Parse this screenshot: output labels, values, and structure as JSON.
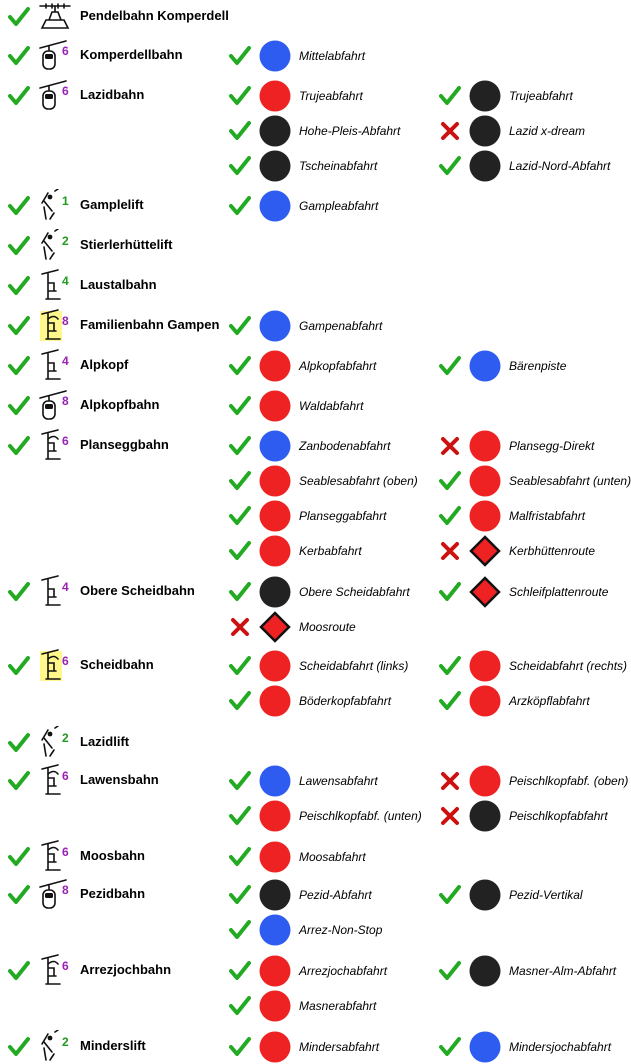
{
  "status_labels": {
    "open": "check-icon",
    "closed": "cross-icon"
  },
  "colors": {
    "open_green": "#22aa22",
    "closed_red": "#cc1111",
    "blue": "#2f5cf0",
    "red": "#ee2222",
    "black": "#222222",
    "highlight": "#fff78c",
    "purple_number": "#9a1fb5",
    "green_number": "#1e9a1e"
  },
  "lifts": [
    {
      "name": "Pendelbahn Komperdell",
      "status": "open",
      "type": "aerial-tramway",
      "capacity": "",
      "highlight": false,
      "pistes": []
    },
    {
      "name": "Komperdellbahn",
      "status": "open",
      "type": "gondola",
      "capacity": "6",
      "highlight": false,
      "pistes": [
        {
          "name": "Mittelabfahrt",
          "status": "open",
          "difficulty": "blue"
        }
      ]
    },
    {
      "name": "Lazidbahn",
      "status": "open",
      "type": "gondola",
      "capacity": "6",
      "highlight": false,
      "pistes": [
        {
          "name": "Trujeabfahrt",
          "status": "open",
          "difficulty": "red"
        },
        {
          "name": "Trujeabfahrt",
          "status": "open",
          "difficulty": "black"
        },
        {
          "name": "Hohe-Pleis-Abfahrt",
          "status": "open",
          "difficulty": "black"
        },
        {
          "name": "Lazid x-dream",
          "status": "closed",
          "difficulty": "black"
        },
        {
          "name": "Tscheinabfahrt",
          "status": "open",
          "difficulty": "black"
        },
        {
          "name": "Lazid-Nord-Abfahrt",
          "status": "open",
          "difficulty": "black"
        }
      ]
    },
    {
      "name": "Gamplelift",
      "status": "open",
      "type": "t-bar",
      "capacity": "1",
      "highlight": false,
      "pistes": [
        {
          "name": "Gampleabfahrt",
          "status": "open",
          "difficulty": "blue"
        }
      ]
    },
    {
      "name": "Stierlerhüttelift",
      "status": "open",
      "type": "t-bar",
      "capacity": "2",
      "highlight": false,
      "pistes": []
    },
    {
      "name": "Laustalbahn",
      "status": "open",
      "type": "chairlift",
      "capacity": "4",
      "highlight": false,
      "pistes": []
    },
    {
      "name": "Familienbahn Gampen",
      "status": "open",
      "type": "chairlift-hood",
      "capacity": "8",
      "highlight": true,
      "pistes": [
        {
          "name": "Gampenabfahrt",
          "status": "open",
          "difficulty": "blue"
        }
      ]
    },
    {
      "name": "Alpkopf",
      "status": "open",
      "type": "chairlift",
      "capacity": "4",
      "highlight": false,
      "pistes": [
        {
          "name": "Alpkopfabfahrt",
          "status": "open",
          "difficulty": "red"
        },
        {
          "name": "Bärenpiste",
          "status": "open",
          "difficulty": "blue"
        }
      ]
    },
    {
      "name": "Alpkopfbahn",
      "status": "open",
      "type": "gondola",
      "capacity": "8",
      "highlight": false,
      "pistes": [
        {
          "name": "Waldabfahrt",
          "status": "open",
          "difficulty": "red"
        }
      ]
    },
    {
      "name": "Planseggbahn",
      "status": "open",
      "type": "chairlift-hood",
      "capacity": "6",
      "highlight": false,
      "pistes": [
        {
          "name": "Zanbodenabfahrt",
          "status": "open",
          "difficulty": "blue"
        },
        {
          "name": "Plansegg-Direkt",
          "status": "closed",
          "difficulty": "red"
        },
        {
          "name": "Seablesabfahrt (oben)",
          "status": "open",
          "difficulty": "red"
        },
        {
          "name": "Seablesabfahrt (unten)",
          "status": "open",
          "difficulty": "red"
        },
        {
          "name": "Planseggabfahrt",
          "status": "open",
          "difficulty": "red"
        },
        {
          "name": "Malfristabfahrt",
          "status": "open",
          "difficulty": "red"
        },
        {
          "name": "Kerbabfahrt",
          "status": "open",
          "difficulty": "red"
        },
        {
          "name": "Kerbhüttenroute",
          "status": "closed",
          "difficulty": "route"
        }
      ]
    },
    {
      "name": "Obere Scheidbahn",
      "status": "open",
      "type": "chairlift",
      "capacity": "4",
      "highlight": false,
      "pistes": [
        {
          "name": "Obere Scheidabfahrt",
          "status": "open",
          "difficulty": "black"
        },
        {
          "name": "Schleifplattenroute",
          "status": "open",
          "difficulty": "route"
        },
        {
          "name": "Moosroute",
          "status": "closed",
          "difficulty": "route"
        }
      ]
    },
    {
      "name": "Scheidbahn",
      "status": "open",
      "type": "chairlift-hood",
      "capacity": "6",
      "highlight": true,
      "pistes": [
        {
          "name": "Scheidabfahrt (links)",
          "status": "open",
          "difficulty": "red"
        },
        {
          "name": "Scheidabfahrt (rechts)",
          "status": "open",
          "difficulty": "red"
        },
        {
          "name": "Böderkopfabfahrt",
          "status": "open",
          "difficulty": "red"
        },
        {
          "name": "Arzköpflabfahrt",
          "status": "open",
          "difficulty": "red"
        }
      ]
    },
    {
      "name": "Lazidlift",
      "status": "open",
      "type": "t-bar",
      "capacity": "2",
      "highlight": false,
      "pistes": []
    },
    {
      "name": "Lawensbahn",
      "status": "open",
      "type": "chairlift-hood",
      "capacity": "6",
      "highlight": false,
      "pistes": [
        {
          "name": "Lawensabfahrt",
          "status": "open",
          "difficulty": "blue"
        },
        {
          "name": "Peischlkopfabf. (oben)",
          "status": "closed",
          "difficulty": "red"
        },
        {
          "name": "Peischlkopfabf. (unten)",
          "status": "open",
          "difficulty": "red"
        },
        {
          "name": "Peischlkopfabfahrt",
          "status": "closed",
          "difficulty": "black"
        }
      ]
    },
    {
      "name": "Moosbahn",
      "status": "open",
      "type": "chairlift-hood",
      "capacity": "6",
      "highlight": false,
      "pistes": [
        {
          "name": "Moosabfahrt",
          "status": "open",
          "difficulty": "red"
        }
      ]
    },
    {
      "name": "Pezidbahn",
      "status": "open",
      "type": "gondola",
      "capacity": "8",
      "highlight": false,
      "pistes": [
        {
          "name": "Pezid-Abfahrt",
          "status": "open",
          "difficulty": "black"
        },
        {
          "name": "Pezid-Vertikal",
          "status": "open",
          "difficulty": "black"
        },
        {
          "name": "Arrez-Non-Stop",
          "status": "open",
          "difficulty": "blue"
        }
      ]
    },
    {
      "name": "Arrezjochbahn",
      "status": "open",
      "type": "chairlift-hood",
      "capacity": "6",
      "highlight": false,
      "pistes": [
        {
          "name": "Arrezjochabfahrt",
          "status": "open",
          "difficulty": "red"
        },
        {
          "name": "Masner-Alm-Abfahrt",
          "status": "open",
          "difficulty": "black"
        },
        {
          "name": "Masnerabfahrt",
          "status": "open",
          "difficulty": "red"
        }
      ]
    },
    {
      "name": "Minderslift",
      "status": "open",
      "type": "t-bar",
      "capacity": "2",
      "highlight": false,
      "pistes": [
        {
          "name": "Mindersabfahrt",
          "status": "open",
          "difficulty": "red"
        },
        {
          "name": "Mindersjochabfahrt",
          "status": "open",
          "difficulty": "blue"
        }
      ]
    }
  ]
}
